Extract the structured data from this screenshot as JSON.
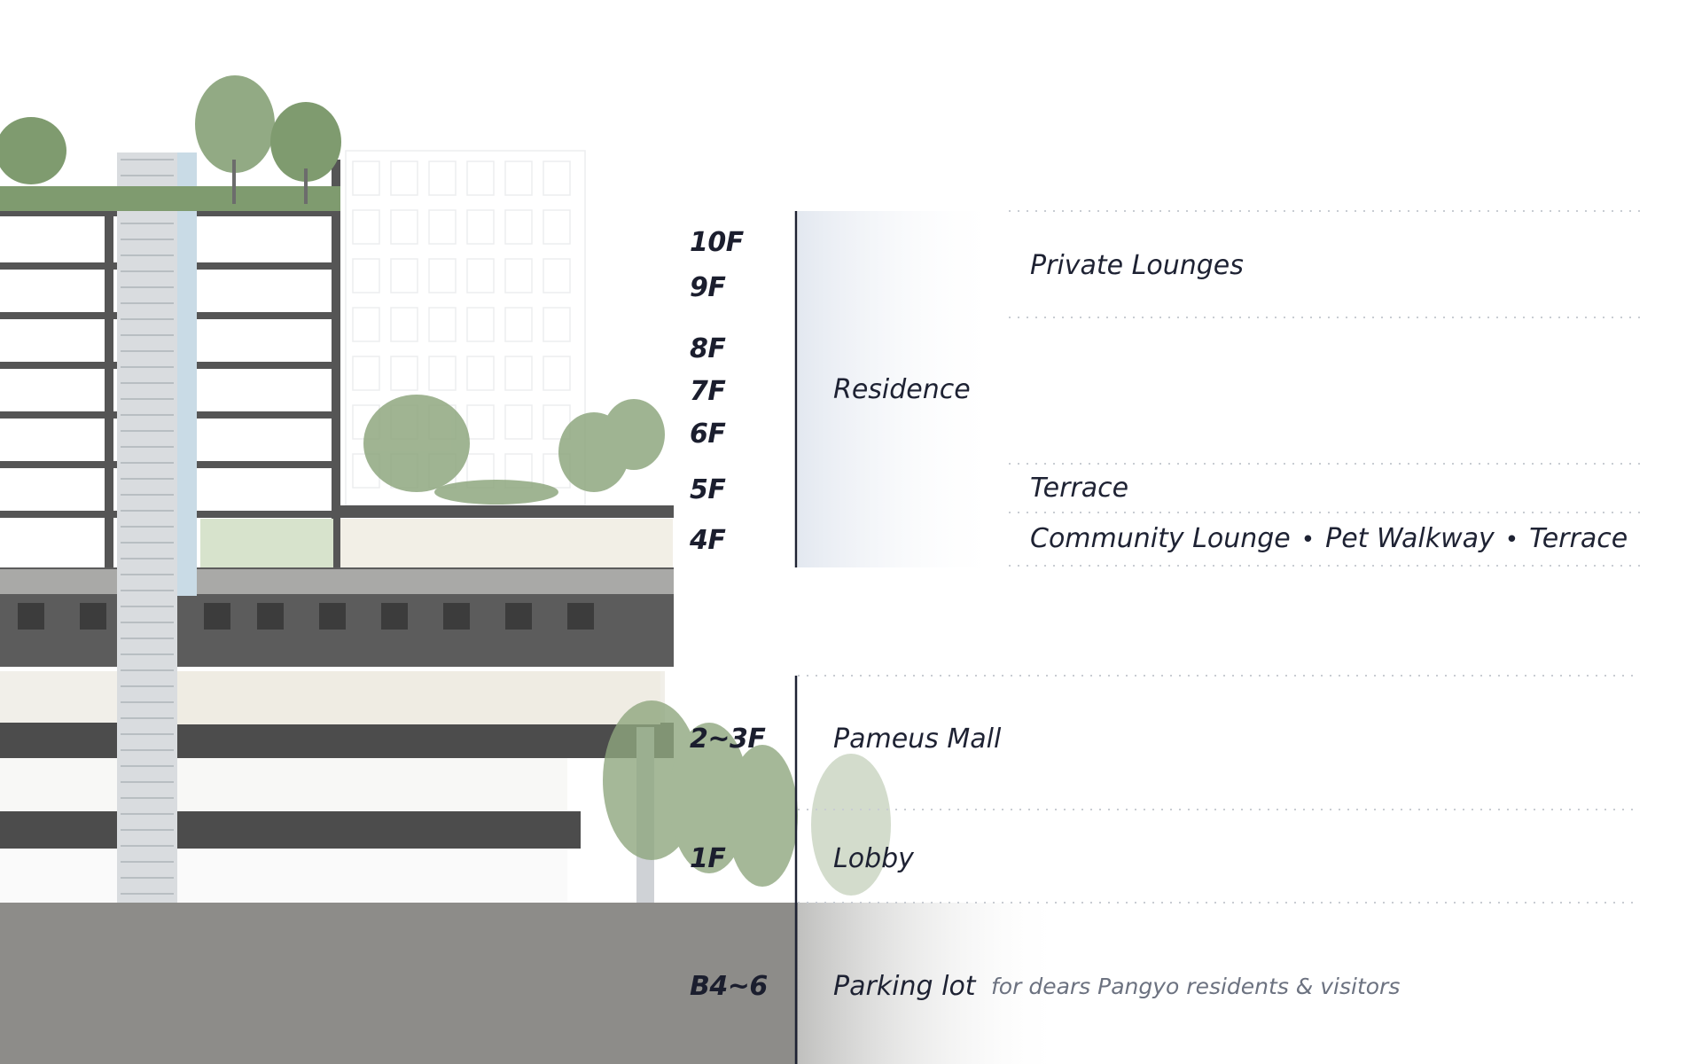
{
  "floors": {
    "f10": "10F",
    "f9": "9F",
    "f8": "8F",
    "f7": "7F",
    "f6": "6F",
    "f5": "5F",
    "f4": "4F",
    "f2_3": "2~3F",
    "f1": "1F",
    "b4_6": "B4~6"
  },
  "zones": {
    "residence": "Residence",
    "mall": "Pameus Mall",
    "lobby": "Lobby",
    "parking": "Parking lot",
    "parking_note": "for dears Pangyo residents & visitors"
  },
  "amenities": {
    "private_lounges": "Private Lounges",
    "terrace": "Terrace",
    "row4": [
      "Community Lounge",
      "Pet Walkway",
      "Terrace"
    ],
    "separator": "•"
  },
  "colors": {
    "concrete": "#5d5d5d",
    "ground": "#8f8f8c",
    "slab": "#4a4a4a",
    "tree": "#7f9b6f",
    "text": "#1e2233",
    "guide": "#c8ccd2"
  }
}
